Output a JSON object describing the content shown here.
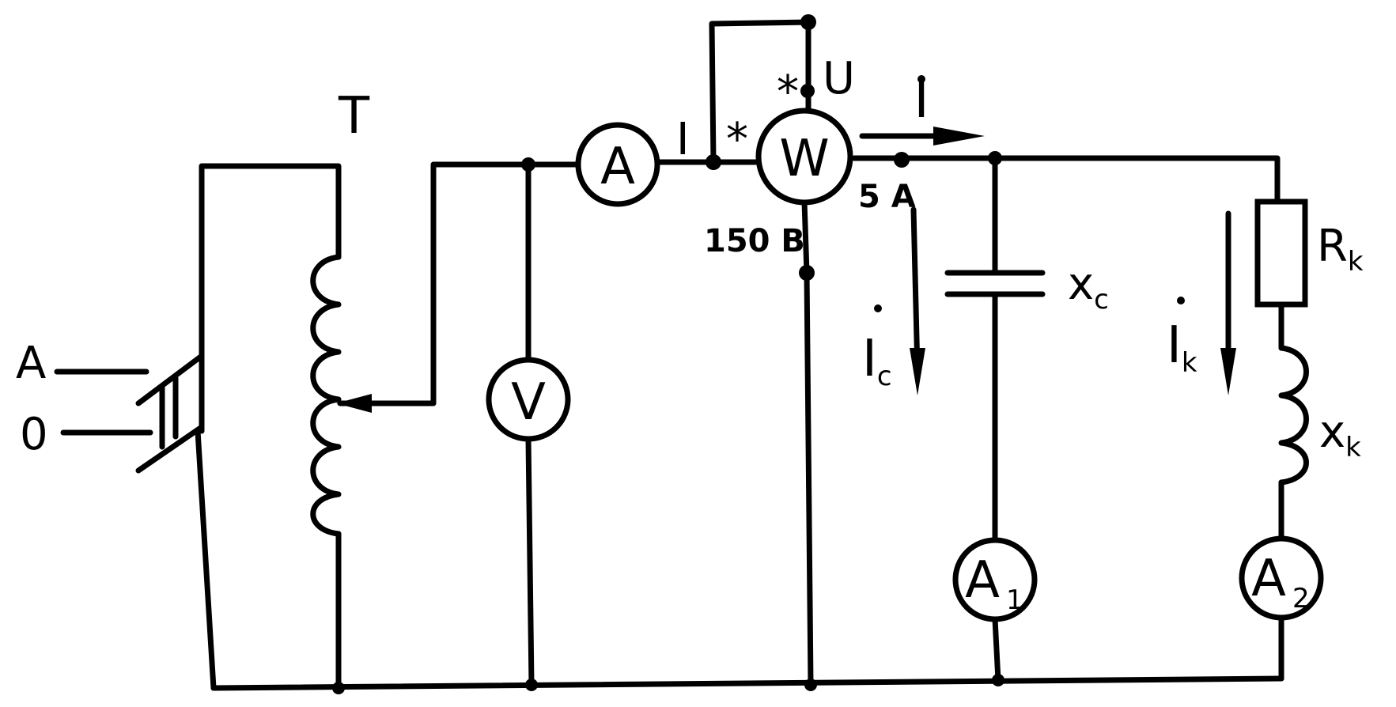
{
  "transformer": {
    "label": "T"
  },
  "supply": {
    "phase_label": "A",
    "neutral_label": "0"
  },
  "meters": {
    "ammeter": "A",
    "voltmeter": "V",
    "wattmeter": "W",
    "ammeter1_main": "A",
    "ammeter1_sub": "1",
    "ammeter2_main": "A",
    "ammeter2_sub": "2"
  },
  "wattmeter_terminals": {
    "star": "*",
    "current_rating": "5 A",
    "voltage_rating": "150 B",
    "voltage_label": "U"
  },
  "currents": {
    "main_label": "I",
    "main_phasor": "I",
    "capacitor_main": "I",
    "capacitor_sub": "c",
    "coil_main": "I",
    "coil_sub": "k"
  },
  "components": {
    "capacitor_main": "x",
    "capacitor_sub": "c",
    "resistor_main": "R",
    "resistor_sub": "k",
    "inductor_main": "x",
    "inductor_sub": "k"
  }
}
